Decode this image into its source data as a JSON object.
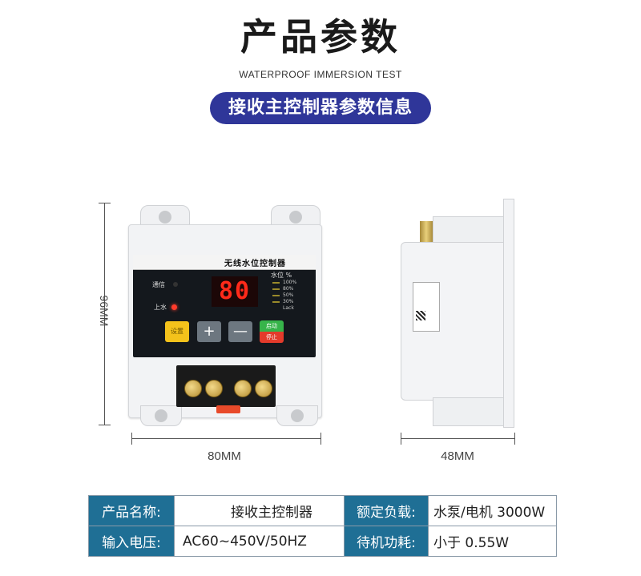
{
  "header": {
    "title": "产品参数",
    "subtitle": "WATERPROOF IMMERSION TEST",
    "section_label": "接收主控制器参数信息"
  },
  "dimensions": {
    "height_label": "96MM",
    "front_width_label": "80MM",
    "side_width_label": "48MM"
  },
  "device": {
    "panel_name": "无线水位控制器",
    "comm_label": "通信",
    "water_label": "上水",
    "display_value": "80",
    "level_title": "水位 %",
    "level_rows": [
      "100%",
      "80%",
      "50%",
      "30%",
      "Lack"
    ],
    "set_button": "设置",
    "plus_button": "+",
    "minus_button": "—",
    "start_label": "启动",
    "stop_label": "停止"
  },
  "specs": {
    "rows": [
      {
        "k1": "产品名称:",
        "v1": "接收主控制器",
        "k2": "额定负载:",
        "v2": "水泵/电机 3000W"
      },
      {
        "k1": "输入电压:",
        "v1": "AC60~450V/50HZ",
        "k2": "待机功耗:",
        "v2": "小于 0.55W"
      }
    ]
  },
  "colors": {
    "accent": "#2f3699",
    "table_header": "#1f6f95",
    "display_red": "#ff2a1a"
  }
}
